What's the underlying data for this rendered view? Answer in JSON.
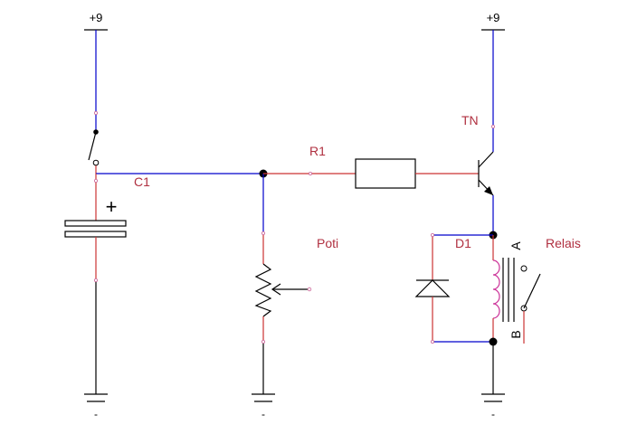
{
  "labels": {
    "supply_left": "+9",
    "supply_right": "+9",
    "c1": "C1",
    "r1": "R1",
    "tn": "TN",
    "poti": "Poti",
    "d1": "D1",
    "relais": "Relais",
    "pin_a": "A",
    "pin_b": "B",
    "cap_polarity": "+",
    "gnd_left": "-",
    "gnd_mid": "-",
    "gnd_right": "-"
  }
}
